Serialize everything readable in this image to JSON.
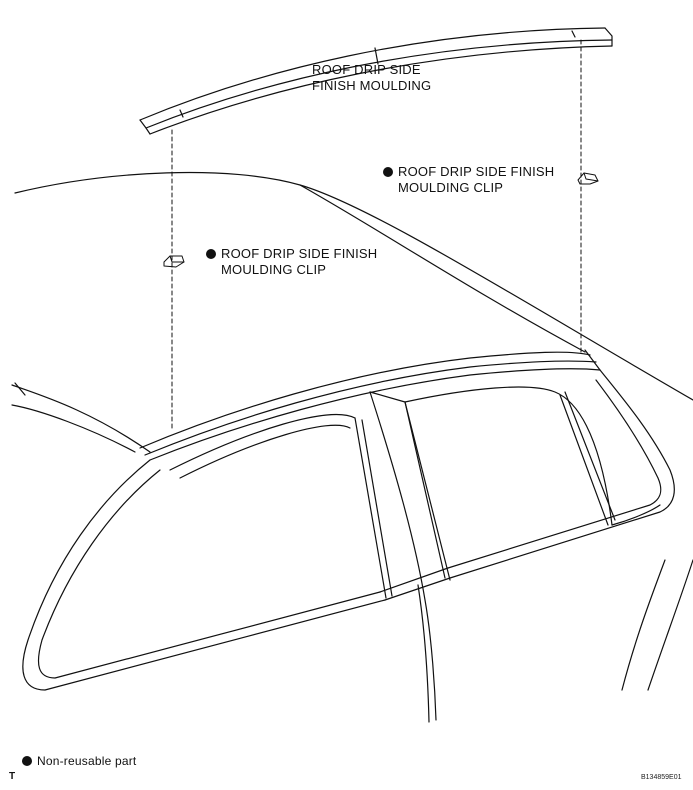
{
  "labels": {
    "moulding": [
      "ROOF DRIP SIDE",
      "FINISH MOULDING"
    ],
    "clip_right": [
      "ROOF DRIP SIDE FINISH",
      "MOULDING CLIP"
    ],
    "clip_left": [
      "ROOF DRIP SIDE FINISH",
      "MOULDING CLIP"
    ]
  },
  "legend": {
    "text": "Non-reusable part"
  },
  "footer": {
    "left": "T",
    "code": "B134859E01"
  }
}
